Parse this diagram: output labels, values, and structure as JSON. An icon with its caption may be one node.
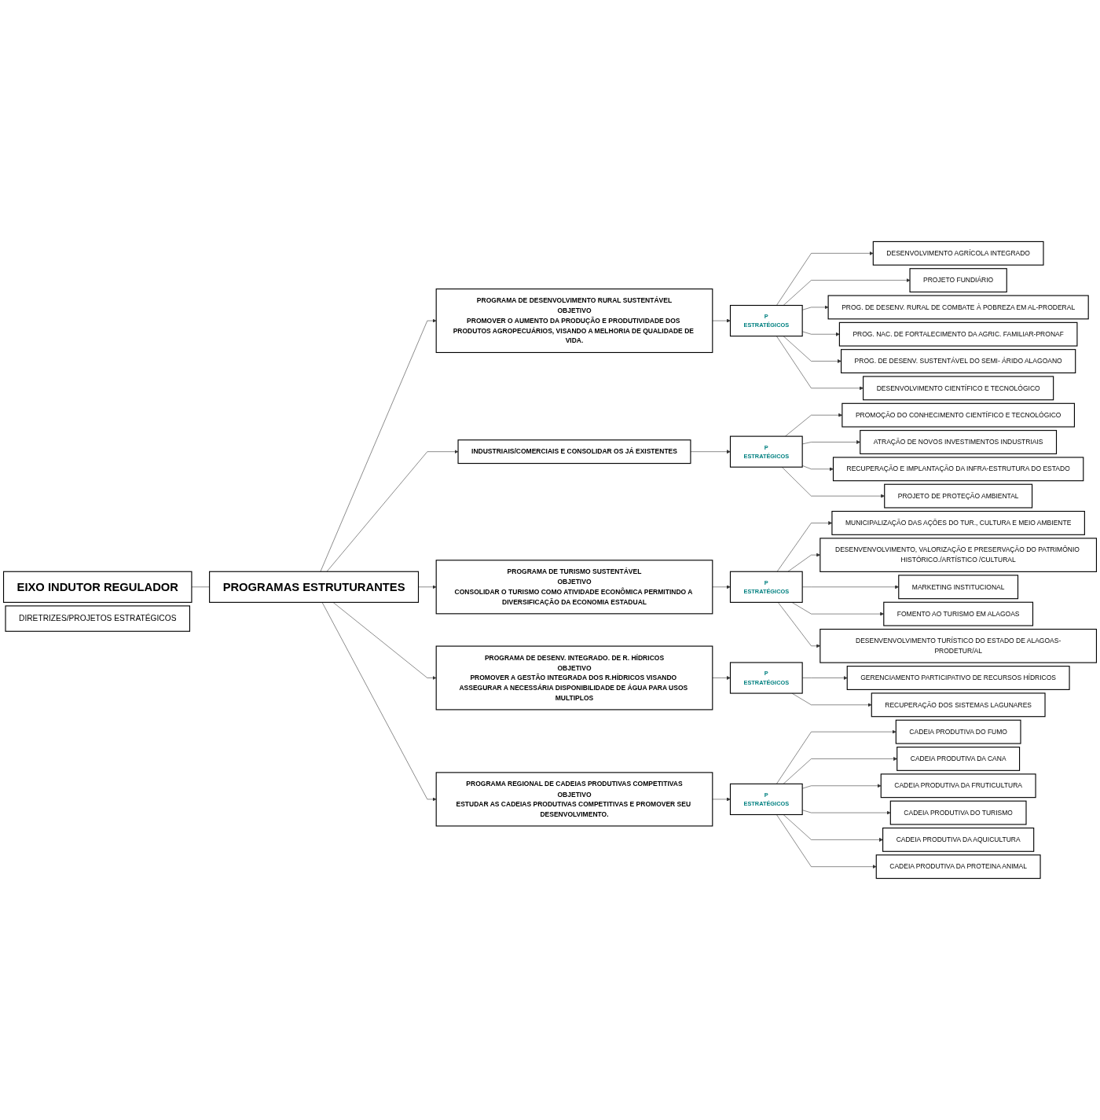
{
  "diagram": {
    "nodes": [
      {
        "text": [
          "EIXO INDUTOR REGULADOR"
        ]
      },
      {
        "text": [
          "PROGRAMAS ESTRUTURANTES"
        ]
      },
      {
        "text": [
          "DIRETRIZES/PROJETOS ESTRATÉGICOS"
        ]
      },
      {
        "text": [
          "PROGRAMA DE DESENVOLVIMENTO RURAL SUSTENTÁVEL",
          "OBJETIVO",
          "PROMOVER O AUMENTO DA PRODUÇÃO E PRODUTIVIDADE DOS PRODUTOS AGROPECUÁRIOS, VISANDO A MELHORIA DE QUALIDADE DE VIDA."
        ]
      },
      {
        "text": [
          "P",
          "ESTRATÉGICOS"
        ]
      },
      {
        "text": [
          "DESENVOLVIMENTO AGRÍCOLA INTEGRADO"
        ]
      },
      {
        "text": [
          "PROJETO FUNDIÁRIO"
        ]
      },
      {
        "text": [
          "PROG. DE DESENV. RURAL DE COMBATE À POBREZA EM AL-PRODERAL"
        ]
      },
      {
        "text": [
          "PROG. NAC. DE FORTALECIMENTO DA AGRIC. FAMILIAR-PRONAF"
        ]
      },
      {
        "text": [
          "PROG. DE DESENV. SUSTENTÁVEL DO SEMI- ÁRIDO ALAGOANO"
        ]
      },
      {
        "text": [
          "DESENVOLVIMENTO CIENTÍFICO E TECNOLÓGICO"
        ]
      },
      {
        "text": [
          "INDUSTRIAIS/COMERCIAIS E CONSOLIDAR OS JÁ EXISTENTES"
        ]
      },
      {
        "text": [
          "P",
          "ESTRATÉGICOS"
        ]
      },
      {
        "text": [
          "PROMOÇÃO DO CONHECIMENTO CIENTÍFICO E TECNOLÓGICO"
        ]
      },
      {
        "text": [
          "ATRAÇÃO DE NOVOS INVESTIMENTOS INDUSTRIAIS"
        ]
      },
      {
        "text": [
          "RECUPERAÇÃO E IMPLANTAÇÃO DA INFRA-ESTRUTURA DO ESTADO"
        ]
      },
      {
        "text": [
          "PROJETO DE PROTEÇÃO AMBIENTAL"
        ]
      },
      {
        "text": [
          "PROGRAMA DE TURISMO SUSTENTÁVEL",
          "OBJETIVO",
          "CONSOLIDAR O TURISMO COMO ATIVIDADE ECONÔMICA PERMITINDO A DIVERSIFICAÇÃO DA ECONOMIA ESTADUAL"
        ]
      },
      {
        "text": [
          "P",
          "ESTRATÉGICOS"
        ]
      },
      {
        "text": [
          "MUNICIPALIZAÇÃO DAS AÇÕES DO TUR., CULTURA E MEIO AMBIENTE"
        ]
      },
      {
        "text": [
          "DESENVENVOLVIMENTO, VALORIZAÇÃO E PRESERVAÇÃO DO PATRIMÔNIO HISTÓRICO./ARTÍSTICO /CULTURAL"
        ]
      },
      {
        "text": [
          "MARKETING INSTITUCIONAL"
        ]
      },
      {
        "text": [
          "FOMENTO AO TURISMO EM ALAGOAS"
        ]
      },
      {
        "text": [
          "DESENVENVOLVIMENTO TURÍSTICO DO ESTADO DE ALAGOAS-PRODETUR/AL"
        ]
      },
      {
        "text": [
          "PROGRAMA DE DESENV. INTEGRADO. DE R. HÍDRICOS",
          "OBJETIVO",
          "PROMOVER A GESTÃO INTEGRADA DOS R.HÍDRICOS VISANDO ASSEGURAR A NECESSÁRIA DISPONIBILIDADE DE ÁGUA PARA USOS MULTIPLOS"
        ]
      },
      {
        "text": [
          "P",
          "ESTRATÉGICOS"
        ]
      },
      {
        "text": [
          "GERENCIAMENTO PARTICIPATIVO DE RECURSOS HÍDRICOS"
        ]
      },
      {
        "text": [
          "RECUPERAÇÃO DOS SISTEMAS LAGUNARES"
        ]
      },
      {
        "text": [
          "PROGRAMA REGIONAL DE CADEIAS PRODUTIVAS COMPETITIVAS",
          "OBJETIVO",
          "ESTUDAR AS CADEIAS PRODUTIVAS COMPETITIVAS E PROMOVER SEU DESENVOLVIMENTO."
        ]
      },
      {
        "text": [
          "P",
          "ESTRATÉGICOS"
        ]
      },
      {
        "text": [
          "CADEIA PRODUTIVA DO FUMO"
        ]
      },
      {
        "text": [
          "CADEIA PRODUTIVA DA CANA"
        ]
      },
      {
        "text": [
          "CADEIA PRODUTIVA DA FRUTICULTURA"
        ]
      },
      {
        "text": [
          "CADEIA PRODUTIVA DO TURISMO"
        ]
      },
      {
        "text": [
          "CADEIA PRODUTIVA DA AQUICULTURA"
        ]
      },
      {
        "text": [
          "CADEIA PRODUTIVA DA PROTEINA ANIMAL"
        ]
      }
    ],
    "edges": [
      {
        "from": 0,
        "to": 1,
        "arrow": "none"
      },
      {
        "from": 1,
        "to": 3,
        "arrow": "to"
      },
      {
        "from": 1,
        "to": 11,
        "arrow": "to"
      },
      {
        "from": 1,
        "to": 17,
        "arrow": "to"
      },
      {
        "from": 1,
        "to": 24,
        "arrow": "to"
      },
      {
        "from": 1,
        "to": 28,
        "arrow": "to"
      },
      {
        "from": 3,
        "to": 4,
        "arrow": "to"
      },
      {
        "from": 4,
        "to": 5,
        "arrow": "to"
      },
      {
        "from": 4,
        "to": 6,
        "arrow": "to"
      },
      {
        "from": 4,
        "to": 7,
        "arrow": "to"
      },
      {
        "from": 4,
        "to": 8,
        "arrow": "to"
      },
      {
        "from": 4,
        "to": 9,
        "arrow": "to"
      },
      {
        "from": 4,
        "to": 10,
        "arrow": "to"
      },
      {
        "from": 11,
        "to": 12,
        "arrow": "to"
      },
      {
        "from": 12,
        "to": 13,
        "arrow": "to"
      },
      {
        "from": 12,
        "to": 14,
        "arrow": "to"
      },
      {
        "from": 12,
        "to": 15,
        "arrow": "to"
      },
      {
        "from": 12,
        "to": 16,
        "arrow": "to"
      },
      {
        "from": 17,
        "to": 18,
        "arrow": "to"
      },
      {
        "from": 18,
        "to": 19,
        "arrow": "to"
      },
      {
        "from": 18,
        "to": 20,
        "arrow": "to"
      },
      {
        "from": 18,
        "to": 21,
        "arrow": "to"
      },
      {
        "from": 18,
        "to": 22,
        "arrow": "to"
      },
      {
        "from": 18,
        "to": 23,
        "arrow": "to"
      },
      {
        "from": 24,
        "to": 25,
        "arrow": "to"
      },
      {
        "from": 25,
        "to": 26,
        "arrow": "to"
      },
      {
        "from": 25,
        "to": 27,
        "arrow": "to"
      },
      {
        "from": 28,
        "to": 29,
        "arrow": "to"
      },
      {
        "from": 29,
        "to": 30,
        "arrow": "to"
      },
      {
        "from": 29,
        "to": 31,
        "arrow": "to"
      },
      {
        "from": 29,
        "to": 32,
        "arrow": "to"
      },
      {
        "from": 29,
        "to": 33,
        "arrow": "to"
      },
      {
        "from": 29,
        "to": 34,
        "arrow": "to"
      },
      {
        "from": 29,
        "to": 35,
        "arrow": "to"
      }
    ]
  }
}
